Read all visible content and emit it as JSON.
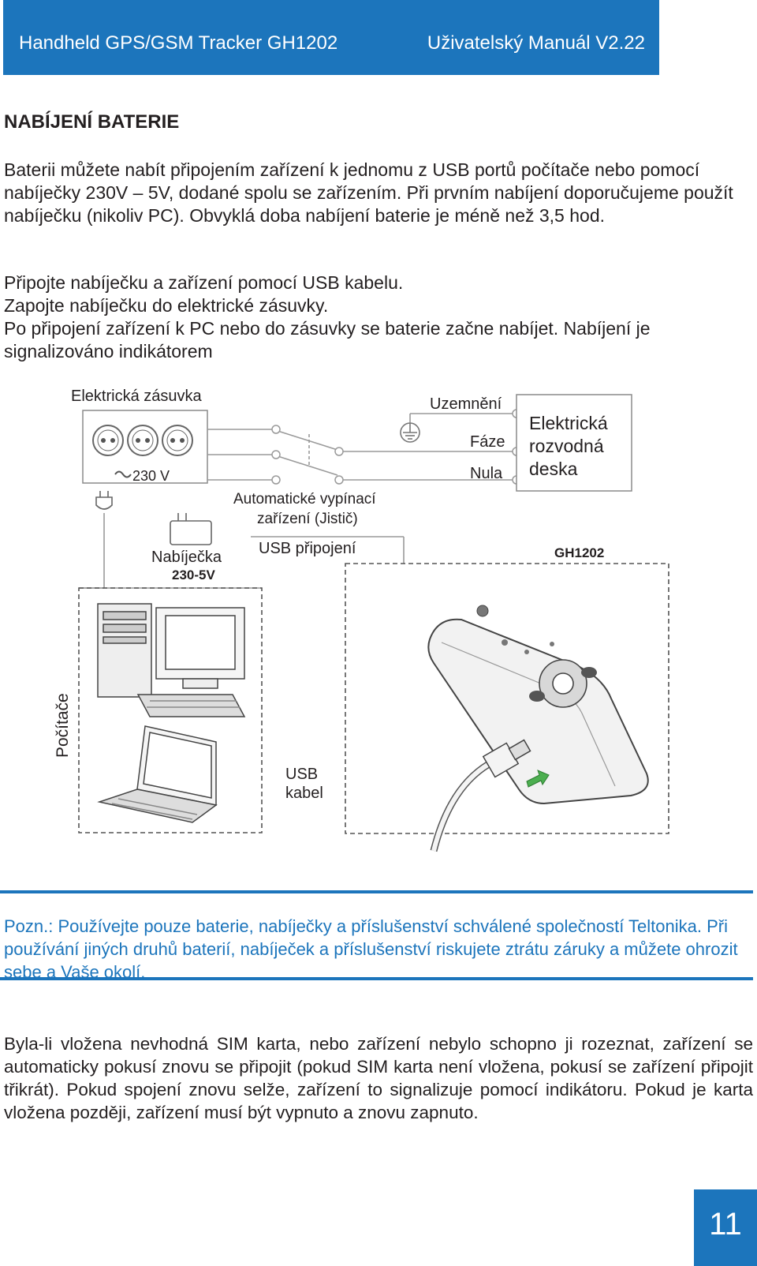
{
  "header": {
    "title_left": "Handheld GPS/GSM Tracker GH1202",
    "title_right": "Uživatelský Manuál V2.22",
    "accent_color": "#1c75bc"
  },
  "section_title": "NABÍJENÍ BATERIE",
  "intro_text": "Baterii můžete nabít připojením zařízení k jednomu z USB portů počítače nebo pomocí nabíječky 230V – 5V, dodané spolu se zařízením. Při prvním nabíjení doporučujeme použít nabíječku (nikoliv PC). Obvyklá doba nabíjení baterie je méně než 3,5 hod.",
  "steps": [
    "Připojte nabíječku a zařízení pomocí USB kabelu.",
    "Zapojte nabíječku do elektrické zásuvky.",
    "Po připojení zařízení k PC nebo do zásuvky se baterie začne nabíjet. Nabíjení je signalizováno indikátorem"
  ],
  "diagram": {
    "socket_label": "Elektrická zásuvka",
    "socket_voltage": "230 V",
    "ground_label": "Uzemnění",
    "phase_label": "Fáze",
    "neutral_label": "Nula",
    "board_label_lines": [
      "Elektrická",
      "rozvodná",
      "deska"
    ],
    "breaker_label_lines": [
      "Automatické vypínací",
      "zařízení (Jistič)"
    ],
    "charger_label": "Nabíječka",
    "charger_voltage": "230-5V",
    "usb_connection_label": "USB připojení",
    "device_model": "GH1202",
    "computers_label": "Počítače",
    "usb_cable_label_lines": [
      "USB",
      "kabel"
    ]
  },
  "note_text": "Pozn.: Používejte pouze baterie, nabíječky a příslušenství schválené společností Teltonika. Při používání jiných druhů baterií, nabíječek a příslušenství riskujete ztrátu záruky a můžete ohrozit sebe a Vaše okolí.",
  "sim_text": "Byla-li vložena nevhodná SIM karta, nebo zařízení nebylo schopno ji rozeznat, zařízení se automaticky pokusí znovu se připojit (pokud SIM karta není vložena, pokusí se zařízení připojit třikrát). Pokud spojení znovu selže, zařízení to signalizuje pomocí indikátoru. Pokud je karta vložena později, zařízení musí být vypnuto a znovu zapnuto.",
  "page_number": "11"
}
